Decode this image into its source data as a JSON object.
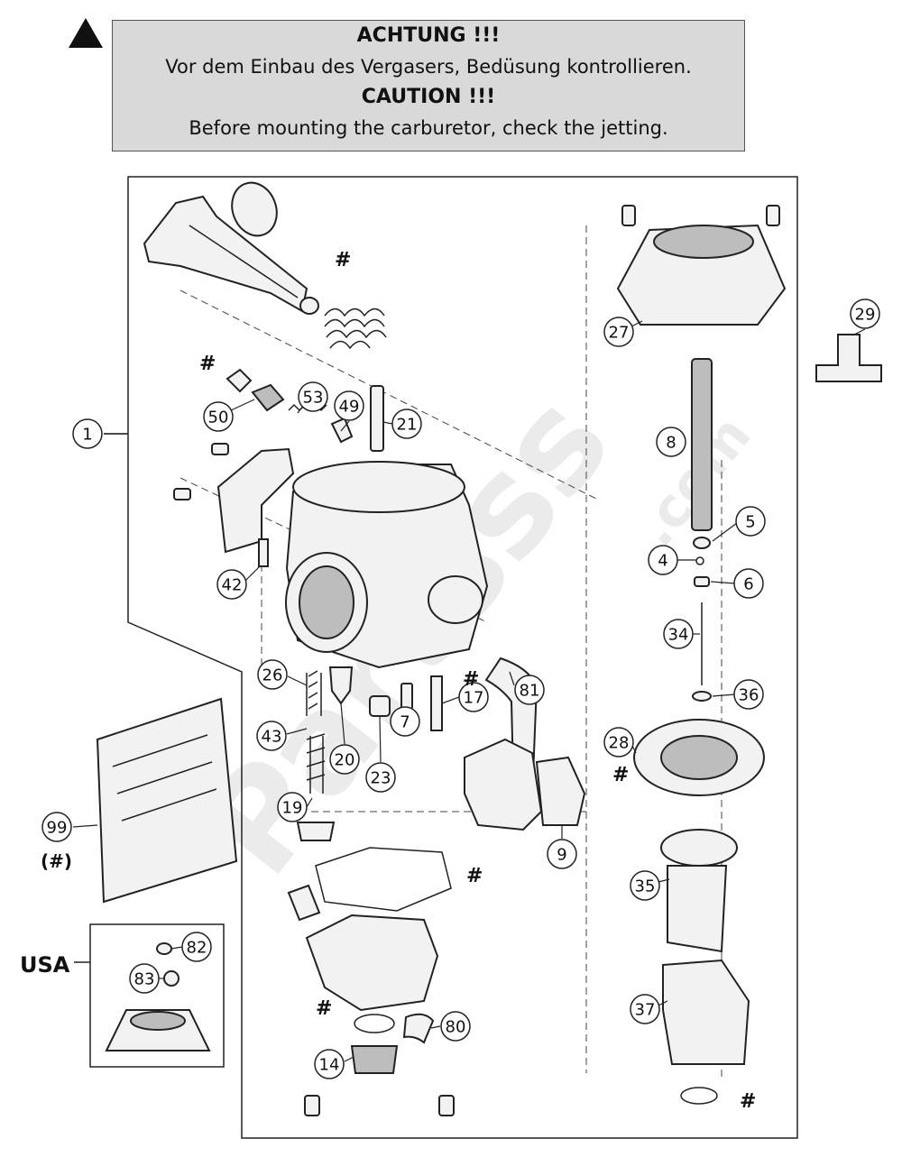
{
  "warning": {
    "title_de": "ACHTUNG !!!",
    "text_de": "Vor dem Einbau des Vergasers, Bedüsung kontrollieren.",
    "title_en": "CAUTION !!!",
    "text_en": "Before mounting the carburetor, check the jetting."
  },
  "watermark": {
    "main": "Partsss",
    "suffix": ".com"
  },
  "callouts": [
    {
      "id": "c1",
      "label": "1"
    },
    {
      "id": "c4",
      "label": "4"
    },
    {
      "id": "c5",
      "label": "5"
    },
    {
      "id": "c6",
      "label": "6"
    },
    {
      "id": "c7",
      "label": "7"
    },
    {
      "id": "c8",
      "label": "8"
    },
    {
      "id": "c9",
      "label": "9"
    },
    {
      "id": "c14",
      "label": "14"
    },
    {
      "id": "c17",
      "label": "17"
    },
    {
      "id": "c19",
      "label": "19"
    },
    {
      "id": "c20",
      "label": "20"
    },
    {
      "id": "c21",
      "label": "21"
    },
    {
      "id": "c23",
      "label": "23"
    },
    {
      "id": "c26",
      "label": "26"
    },
    {
      "id": "c27",
      "label": "27"
    },
    {
      "id": "c28",
      "label": "28"
    },
    {
      "id": "c29",
      "label": "29"
    },
    {
      "id": "c34",
      "label": "34"
    },
    {
      "id": "c35",
      "label": "35"
    },
    {
      "id": "c36",
      "label": "36"
    },
    {
      "id": "c37",
      "label": "37"
    },
    {
      "id": "c42",
      "label": "42"
    },
    {
      "id": "c43",
      "label": "43"
    },
    {
      "id": "c49",
      "label": "49"
    },
    {
      "id": "c50",
      "label": "50"
    },
    {
      "id": "c53",
      "label": "53"
    },
    {
      "id": "c80",
      "label": "80"
    },
    {
      "id": "c81",
      "label": "81"
    },
    {
      "id": "c82",
      "label": "82"
    },
    {
      "id": "c83",
      "label": "83"
    },
    {
      "id": "c99",
      "label": "99"
    }
  ],
  "hash_mark": "#",
  "hash_note_99": "(#)",
  "usa_label": "USA",
  "colors": {
    "warning_bg": "#d9d9d9",
    "line": "#222222",
    "watermark": "#dcdcdc"
  }
}
